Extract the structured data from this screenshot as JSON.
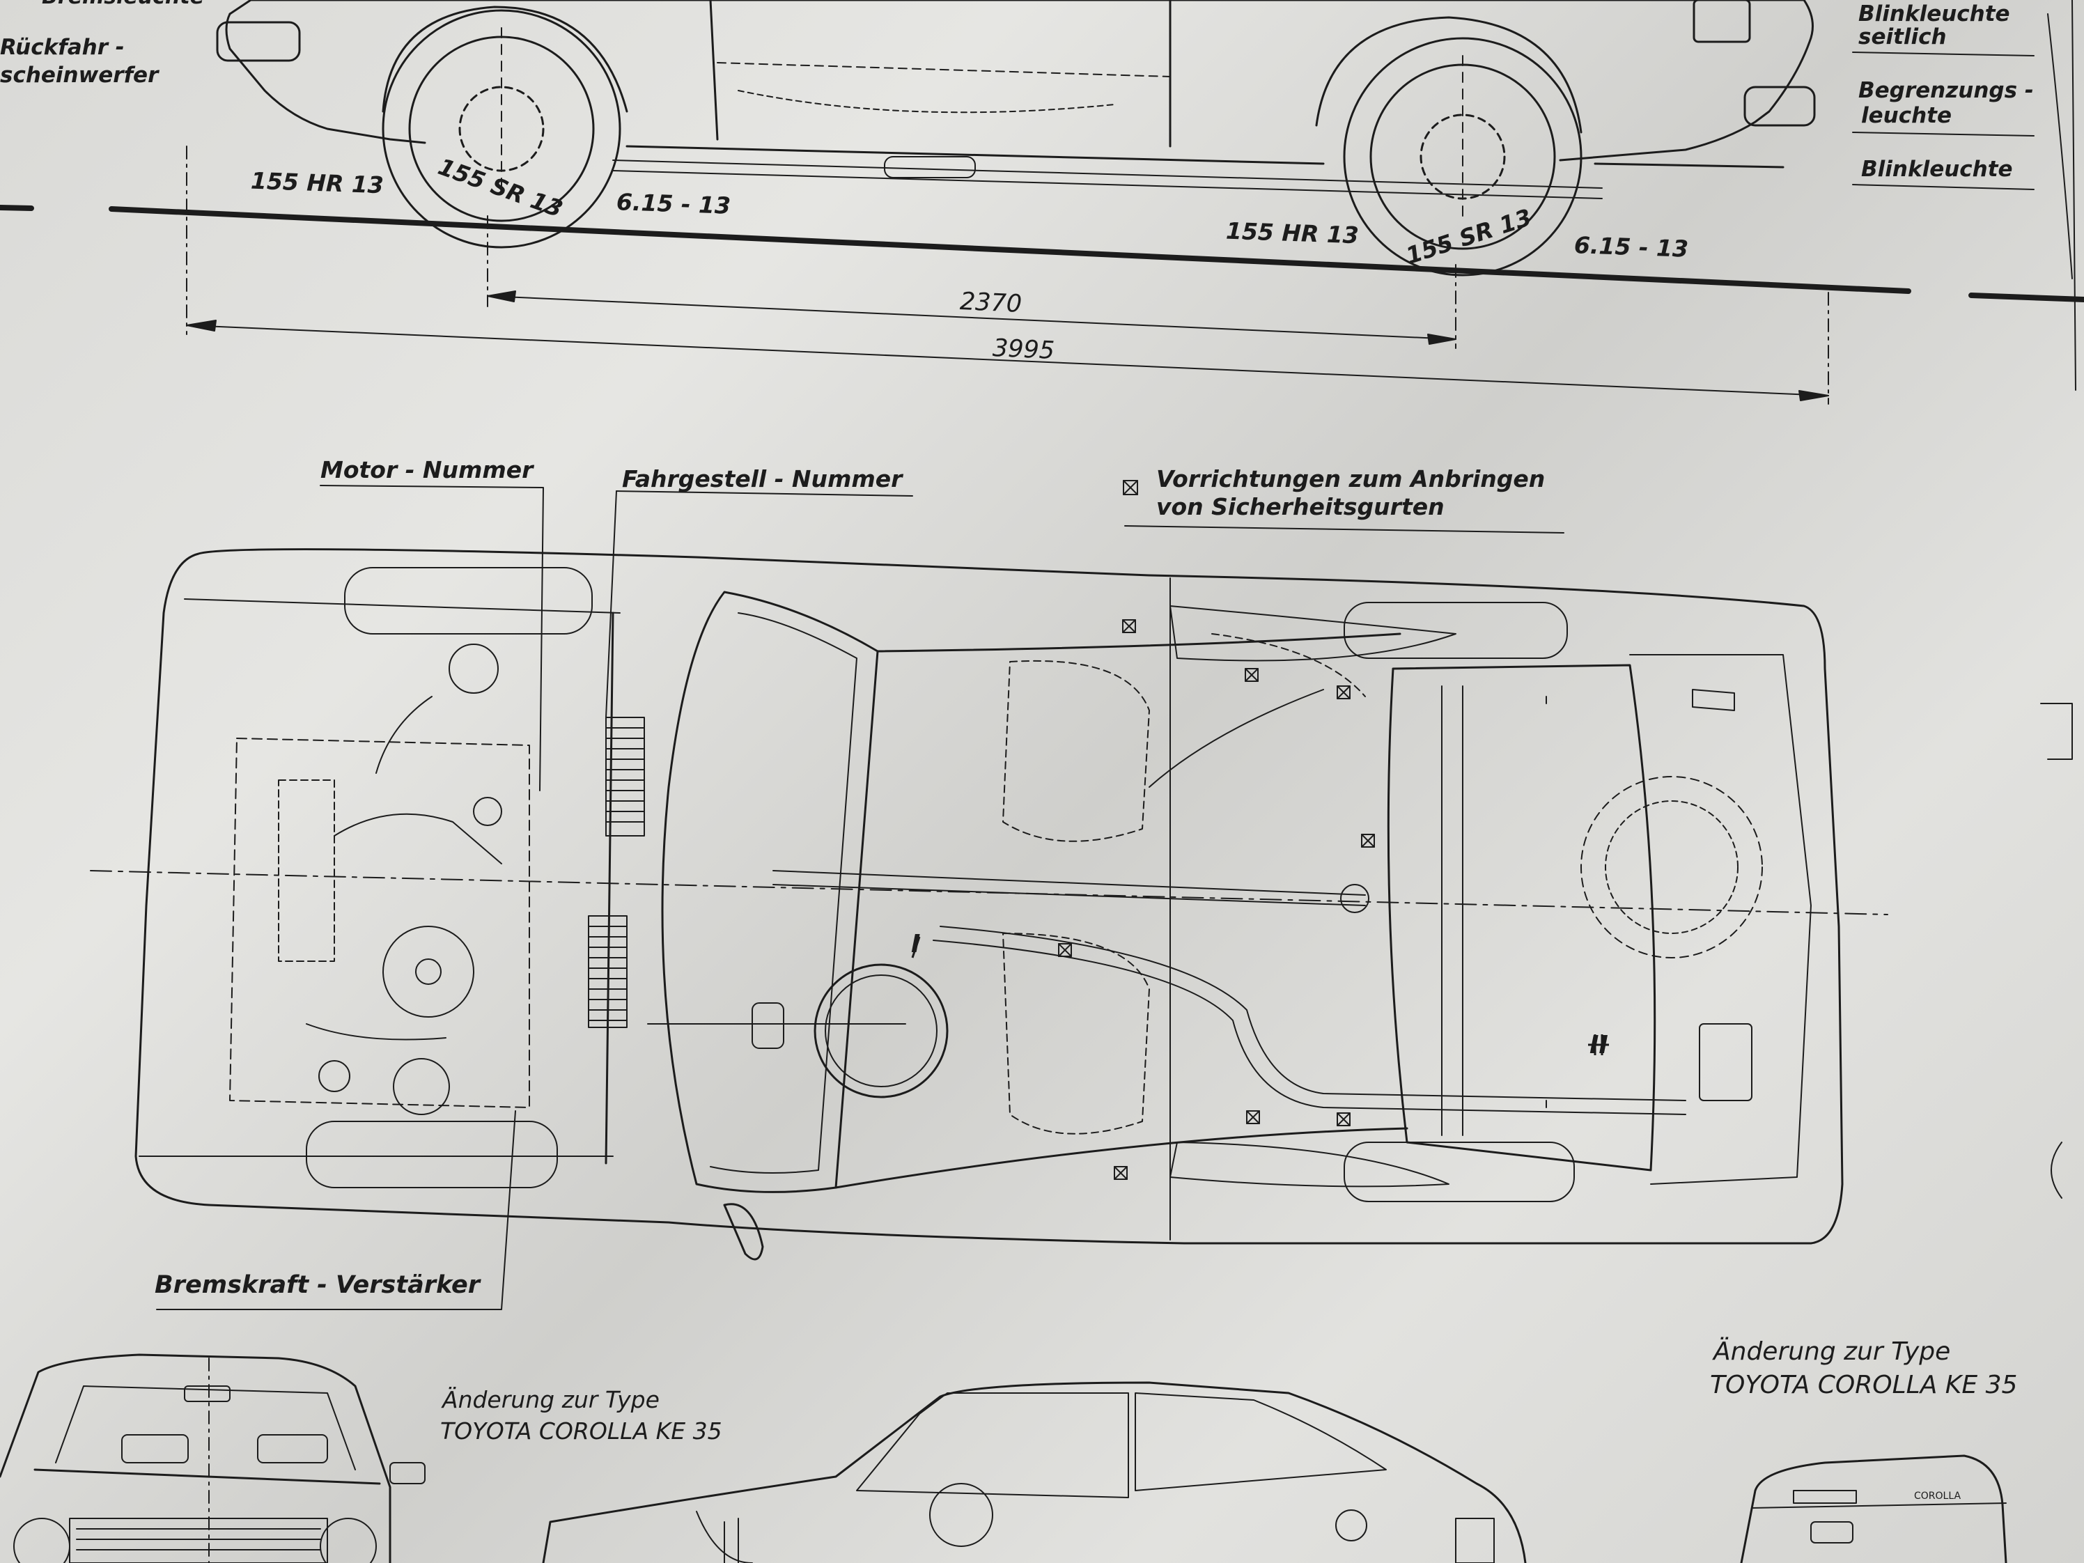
{
  "labels": {
    "bremsleuchte": "Bremsleuchte",
    "rueckfahr_1": "Rückfahr -",
    "rueckfahr_2": "scheinwerfer",
    "blinkleuchte_seitlich_1": "Blinkleuchte",
    "blinkleuchte_seitlich_2": "seitlich",
    "begrenzungsleuchte_1": "Begrenzungs -",
    "begrenzungsleuchte_2": "leuchte",
    "blinkleuchte": "Blinkleuchte",
    "tire_rear_hr": "155 HR 13",
    "tire_rear_sr": "155 SR 13",
    "rim_rear": "6.15 - 13",
    "tire_front_hr": "155 HR 13",
    "tire_front_sr": "155 SR 13",
    "rim_front": "6.15 - 13",
    "wheelbase": "2370",
    "length": "3995",
    "motor_nummer": "Motor - Nummer",
    "fahrgestell_nummer": "Fahrgestell - Nummer",
    "gurte_1": "Vorrichtungen  zum  Anbringen",
    "gurte_2": "von  Sicherheitsgurten",
    "bremskraft": "Bremskraft - Verstärker",
    "marker_I": "I",
    "marker_II": "II",
    "aenderung_left_1": "Änderung  zur  Type",
    "aenderung_left_2": "TOYOTA  COROLLA  KE 35",
    "aenderung_right_1": "Änderung  zur  Type",
    "aenderung_right_2": "TOYOTA  COROLLA  KE 35",
    "badge": "COROLLA"
  },
  "colors": {
    "ink": "#1c1c1c",
    "paper": "#dcdcd9"
  }
}
